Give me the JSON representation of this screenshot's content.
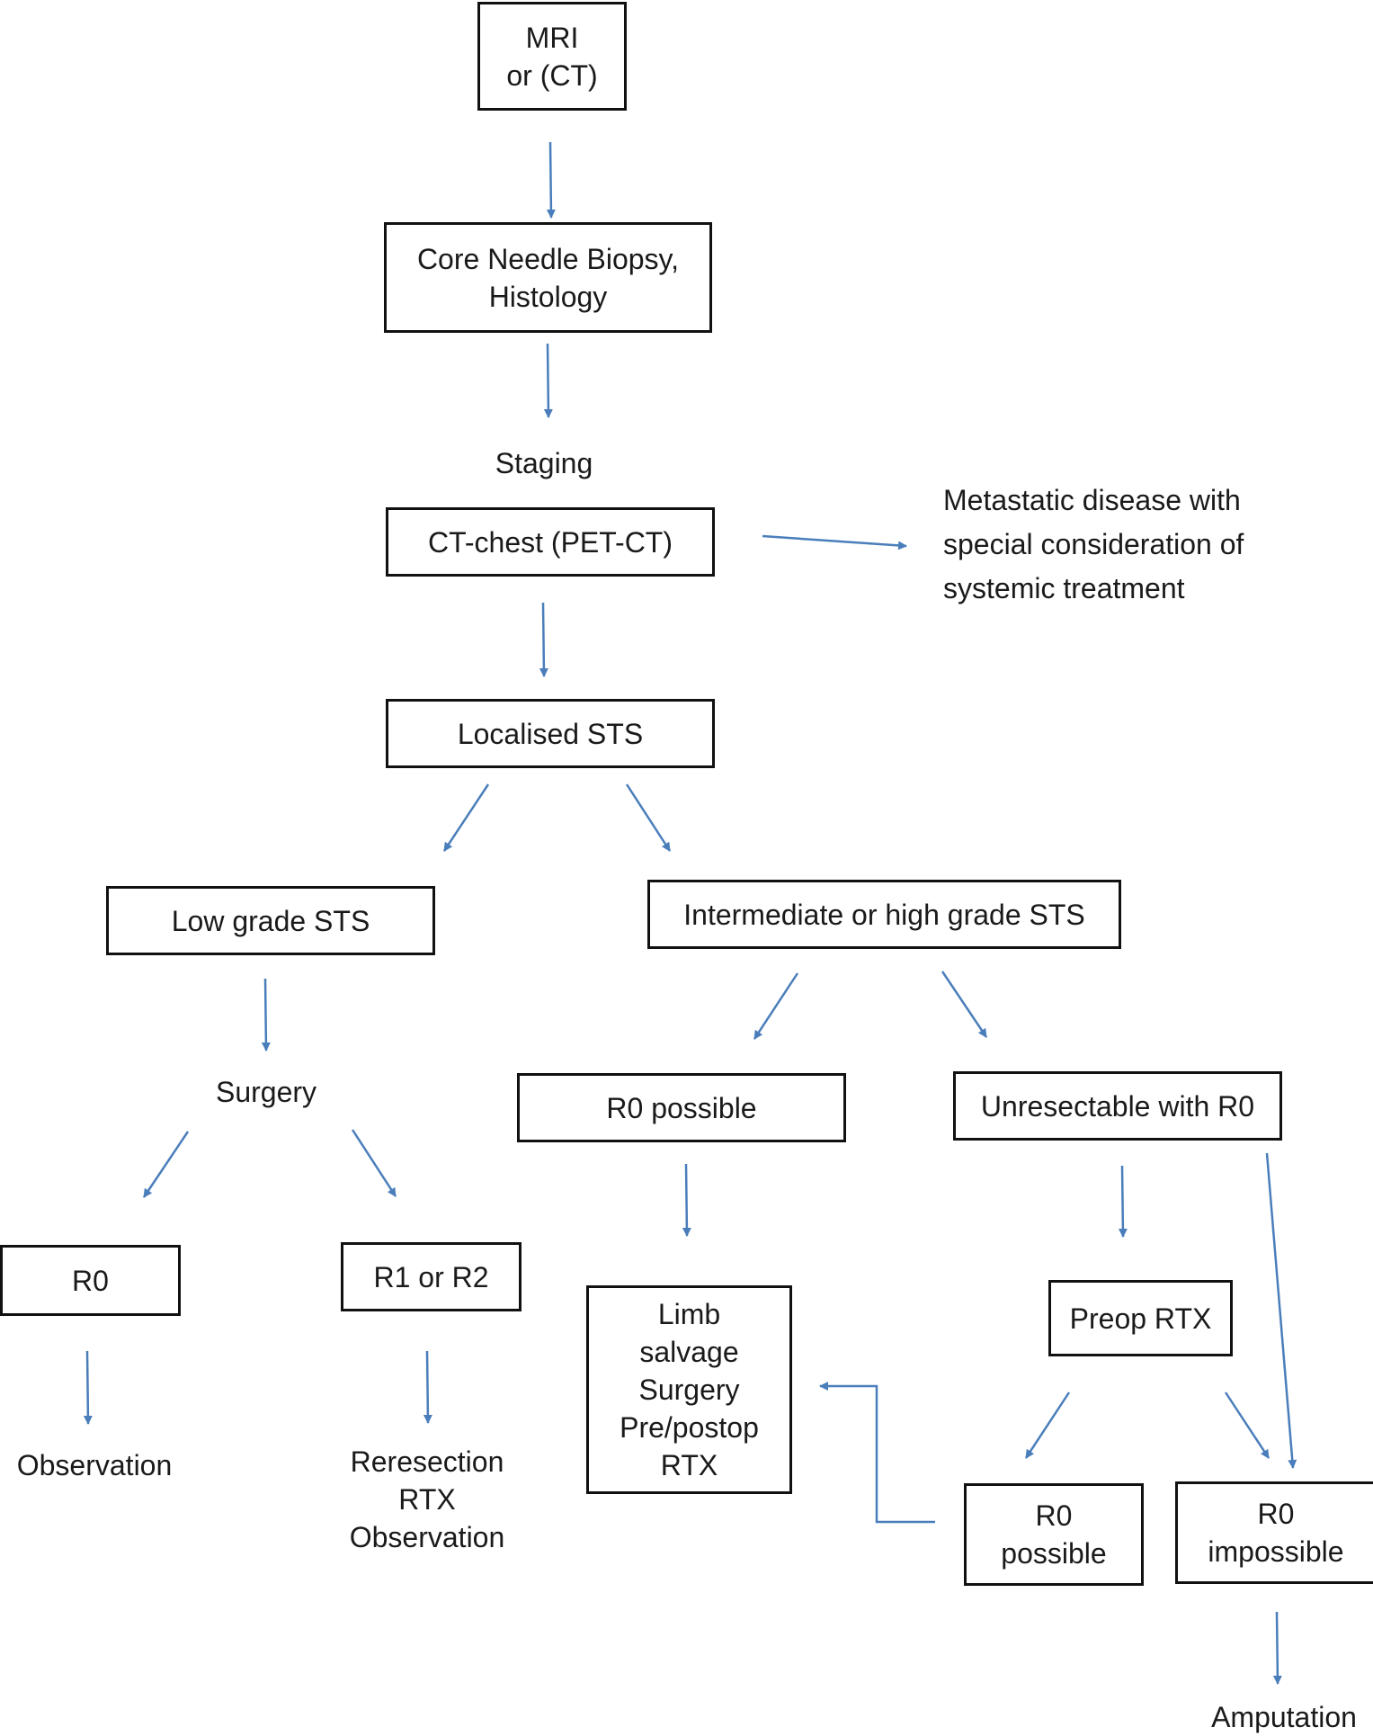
{
  "boxes": {
    "mri": [
      "MRI",
      "or (CT)"
    ],
    "biopsy": [
      "Core Needle Biopsy,",
      "Histology"
    ],
    "ct_chest": [
      "CT-chest (PET-CT)"
    ],
    "localised": [
      "Localised STS"
    ],
    "low_grade": [
      "Low grade STS"
    ],
    "high_grade": [
      "Intermediate or high grade STS"
    ],
    "r0_possible_top": [
      "R0 possible"
    ],
    "unresectable": [
      "Unresectable with R0"
    ],
    "r0_low": [
      "R0"
    ],
    "r1r2": [
      "R1 or R2"
    ],
    "limb_salvage": [
      "Limb",
      "salvage",
      "Surgery",
      "Pre/postop",
      "RTX"
    ],
    "preop_rtx": [
      "Preop RTX"
    ],
    "r0_possible_bottom": [
      "R0",
      "possible"
    ],
    "r0_impossible": [
      "R0",
      "impossible"
    ]
  },
  "labels": {
    "staging": [
      "Staging"
    ],
    "metastatic": [
      "Metastatic disease with",
      "special consideration of",
      "systemic treatment"
    ],
    "surgery": [
      "Surgery"
    ],
    "observation": [
      "Observation"
    ],
    "reresection": [
      "Reresection",
      "RTX",
      "Observation"
    ],
    "amputation": [
      "Amputation"
    ]
  },
  "colors": {
    "arrow": "#4a7ebb",
    "border": "#111111",
    "text": "#1a1a1a"
  }
}
